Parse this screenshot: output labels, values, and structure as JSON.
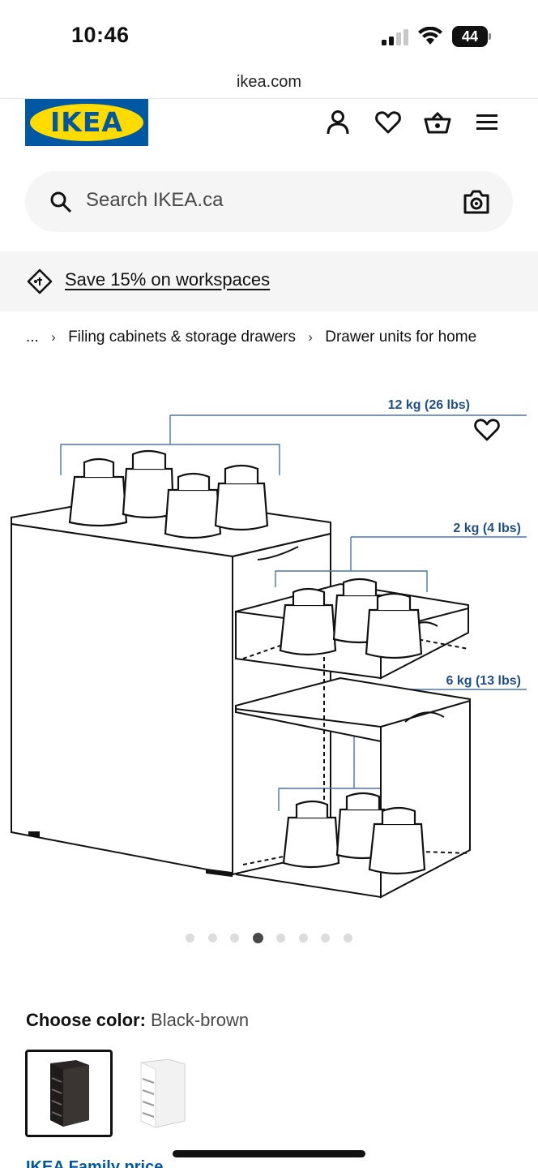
{
  "status_bar": {
    "time": "10:46",
    "battery": "44"
  },
  "browser": {
    "url": "ikea.com"
  },
  "header": {
    "logo_text": "IKEA",
    "icons": [
      "user-icon",
      "heart-icon",
      "basket-icon",
      "menu-icon"
    ]
  },
  "search": {
    "placeholder": "Search IKEA.ca"
  },
  "promo": {
    "text": "Save 15% on workspaces"
  },
  "breadcrumb": {
    "ellipsis": "...",
    "items": [
      "Filing cabinets & storage drawers",
      "Drawer units for home"
    ]
  },
  "product_image": {
    "labels": {
      "top_load": "12 kg (26 lbs)",
      "drawer_small_load": "2 kg (4 lbs)",
      "drawer_large_load": "6 kg (13 lbs)"
    }
  },
  "gallery": {
    "dot_count": 8,
    "active_index": 3
  },
  "color": {
    "label": "Choose color:",
    "selected": "Black-brown",
    "options": [
      "Black-brown",
      "White"
    ]
  },
  "family_price_label": "IKEA Family price",
  "colors": {
    "brand_blue": "#0058a3",
    "brand_yellow": "#ffdb00",
    "label_blue": "#1e4e8c"
  }
}
